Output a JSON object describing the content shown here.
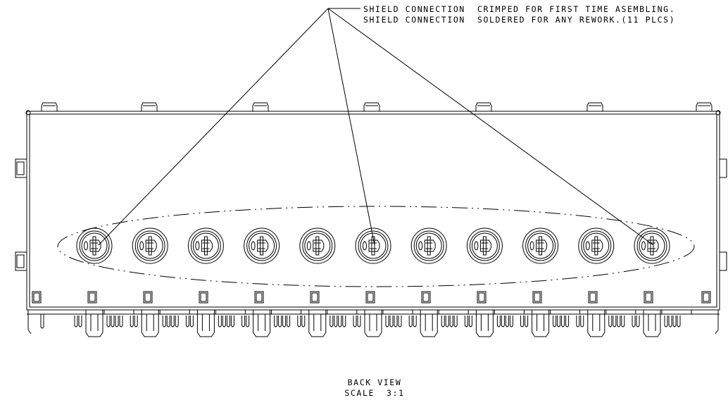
{
  "notes": {
    "line1": "SHIELD CONNECTION  CRIMPED FOR FIRST TIME ASEMBLING.",
    "line2": "SHIELD CONNECTION  SOLDERED FOR ANY REWORK.(11 PLCS)"
  },
  "caption": {
    "title": "BACK VIEW",
    "scale": "SCALE  3:1"
  },
  "drawing": {
    "stroke_color": "#000000",
    "background_color": "#ffffff",
    "port_count": 11,
    "top_tab_count": 7,
    "leader_targets": [
      0,
      5,
      10
    ]
  }
}
